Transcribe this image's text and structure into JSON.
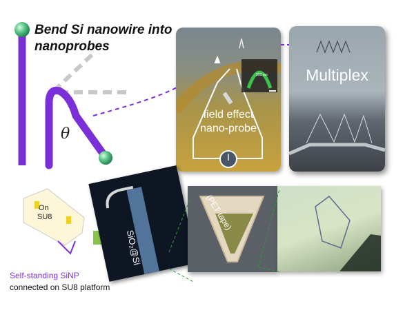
{
  "title_line1": "Bend Si nanowire into",
  "title_line2": "nanoprobes",
  "theta_symbol": "θ",
  "probe_label_line1": "field effect",
  "probe_label_line2": "nano-probe",
  "current_symbol": "I",
  "scale_bar_text": "300 nm",
  "multiplex_label": "Multiplex",
  "on_label": "On",
  "su8_label": "SU8",
  "substrate_label": "SiO₂@Si",
  "tape_label": "(PET tape)",
  "caption_line1": "Self-standing SiNP",
  "caption_line2": "connected on SU8 platform",
  "colors": {
    "purple": "#7b2fd8",
    "arrow_green": "#8bc34a",
    "dash_green": "#2e9a3c",
    "sphere": "#3ca872"
  }
}
